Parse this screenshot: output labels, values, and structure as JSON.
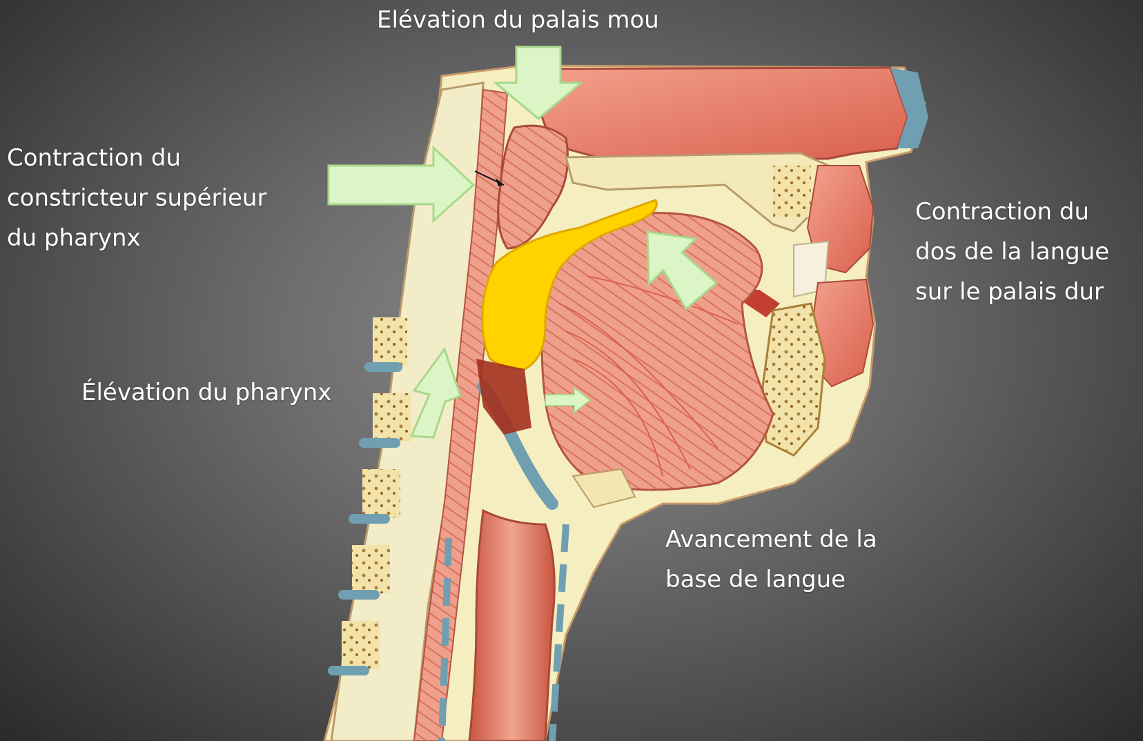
{
  "labels": {
    "soft_palate": [
      "Elévation du palais mou"
    ],
    "superior_constrictor": [
      "Contraction du",
      "constricteur supérieur",
      "du pharynx"
    ],
    "tongue_dorsum": [
      "Contraction du",
      "dos de la langue",
      "sur le palais dur"
    ],
    "pharynx_elevation": [
      "Élévation du pharynx"
    ],
    "tongue_base": [
      "Avancement de la",
      "base de langue"
    ]
  },
  "colors": {
    "arrow_fill": "#dbf5c6",
    "arrow_stroke": "#a8d88a",
    "bolus": "#ffd200",
    "muscle": "#e77f6b",
    "mucosa": "#f2a08a",
    "cartilage": "#6f9fb0",
    "bone": "#f4e6b0",
    "fat": "#f7efc0"
  }
}
